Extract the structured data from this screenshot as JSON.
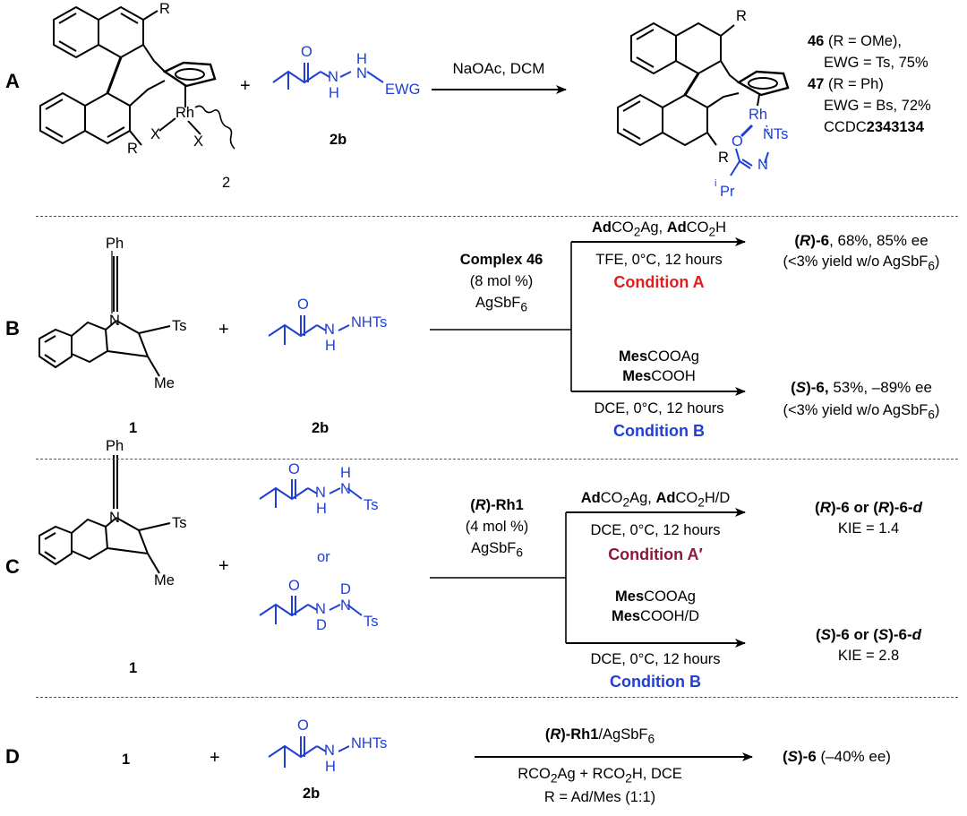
{
  "panels": {
    "A": {
      "label": "A",
      "reagent_sub_R": "R",
      "reagent_rh": "Rh",
      "reagent_x1": "X",
      "reagent_x2": "X",
      "reagent_2": "2",
      "plus": "+",
      "hydrazide_N": "N",
      "hydrazide_H_top": "H",
      "hydrazide_H_bot": "H",
      "hydrazide_O": "O",
      "hydrazide_EWG": "EWG",
      "hydrazide_label": "2b",
      "conditions": "NaOAc, DCM",
      "product_R_top": "R",
      "product_R_bot": "R",
      "product_Rh": "Rh",
      "product_O": "O",
      "product_NTs": "NTs",
      "product_N": "N",
      "product_iPr_sup": "i",
      "product_iPr": "Pr",
      "result_46_num": "46",
      "result_46_text": " (R = OMe),",
      "result_46_line2": "EWG = Ts, 75%",
      "result_47_num": "47",
      "result_47_text": " (R = Ph)",
      "result_47_line2": "EWG = Bs, 72%",
      "ccdc_prefix": "CCDC",
      "ccdc_num": "2343134"
    },
    "B": {
      "label": "B",
      "sm_Ph": "Ph",
      "sm_N": "N",
      "sm_Ts": "Ts",
      "sm_Me": "Me",
      "sm_label": "1",
      "plus": "+",
      "hyd_O": "O",
      "hyd_NHTs": "NHTs",
      "hyd_N": "N",
      "hyd_H": "H",
      "hyd_label": "2b",
      "cat_line1": "Complex 46",
      "cat_line2": "(8 mol %)",
      "cat_line3": "AgSbF",
      "cat_line3_sub": "6",
      "condA_top_bold1": "Ad",
      "condA_top_1": "CO",
      "condA_top_sub1": "2",
      "condA_top_2": "Ag, ",
      "condA_top_bold2": "Ad",
      "condA_top_3": "CO",
      "condA_top_sub2": "2",
      "condA_top_4": "H",
      "condA_bottom": "TFE, 0°C, 12 hours",
      "condA_name": "Condition A",
      "condB_top1_bold": "Mes",
      "condB_top1": "COOAg",
      "condB_top2_bold": "Mes",
      "condB_top2": "COOH",
      "condB_bottom": "DCE, 0°C, 12 hours",
      "condB_name": "Condition B",
      "resA_bold_pre": "(",
      "resA_italic": "R",
      "resA_bold_post": ")-6",
      "resA_text": ", 68%, 85% ee",
      "resA_note": "(<3% yield w/o AgSbF",
      "resA_note_sub": "6",
      "resA_note_end": ")",
      "resB_bold_pre": "(",
      "resB_italic": "S",
      "resB_bold_post": ")-6,",
      "resB_text": " 53%, –89% ee",
      "resB_note": "(<3% yield w/o AgSbF",
      "resB_note_sub": "6",
      "resB_note_end": ")"
    },
    "C": {
      "label": "C",
      "sm_Ph": "Ph",
      "sm_N": "N",
      "sm_Ts": "Ts",
      "sm_Me": "Me",
      "sm_label": "1",
      "plus": "+",
      "hyd1_O": "O",
      "hyd1_N": "N",
      "hyd1_H_top": "H",
      "hyd1_H_bot": "H",
      "hyd1_Ts": "Ts",
      "or": "or",
      "hyd2_O": "O",
      "hyd2_N": "N",
      "hyd2_D_top": "D",
      "hyd2_D_bot": "D",
      "hyd2_Ts": "Ts",
      "cat_line1_pre": "(",
      "cat_line1_italic": "R",
      "cat_line1_post": ")-Rh1",
      "cat_line2": "(4 mol %)",
      "cat_line3": "AgSbF",
      "cat_line3_sub": "6",
      "condA_top_bold1": "Ad",
      "condA_top_1": "CO",
      "condA_top_sub1": "2",
      "condA_top_2": "Ag, ",
      "condA_top_bold2": "Ad",
      "condA_top_3": "CO",
      "condA_top_sub2": "2",
      "condA_top_4": "H/D",
      "condA_bottom": "DCE, 0°C, 12 hours",
      "condA_name": "Condition A′",
      "condB_top1_bold": "Mes",
      "condB_top1": "COOAg",
      "condB_top2_bold": "Mes",
      "condB_top2": "COOH/D",
      "condB_bottom": "DCE, 0°C, 12 hours",
      "condB_name": "Condition B",
      "resA_line1_a": "(",
      "resA_line1_b": "R",
      "resA_line1_c": ")-6 or (",
      "resA_line1_d": "R",
      "resA_line1_e": ")-6-",
      "resA_line1_f": "d",
      "resA_kie": "KIE = 1.4",
      "resB_line1_a": "(",
      "resB_line1_b": "S",
      "resB_line1_c": ")-6 or (",
      "resB_line1_d": "S",
      "resB_line1_e": ")-6-",
      "resB_line1_f": "d",
      "resB_kie": "KIE = 2.8"
    },
    "D": {
      "label": "D",
      "sm_label": "1",
      "plus": "+",
      "hyd_O": "O",
      "hyd_NHTs": "NHTs",
      "hyd_N": "N",
      "hyd_H": "H",
      "hyd_label": "2b",
      "top_pre": "(",
      "top_italic": "R",
      "top_post": ")-Rh1",
      "top_rest": "/AgSbF",
      "top_sub": "6",
      "bottom_line1_a": "RCO",
      "bottom_line1_sub1": "2",
      "bottom_line1_b": "Ag + RCO",
      "bottom_line1_sub2": "2",
      "bottom_line1_c": "H, DCE",
      "bottom_line2": "R = Ad/Mes (1:1)",
      "res_pre": "(",
      "res_italic": "S",
      "res_post": ")-6",
      "res_text": " (–40% ee)"
    }
  }
}
